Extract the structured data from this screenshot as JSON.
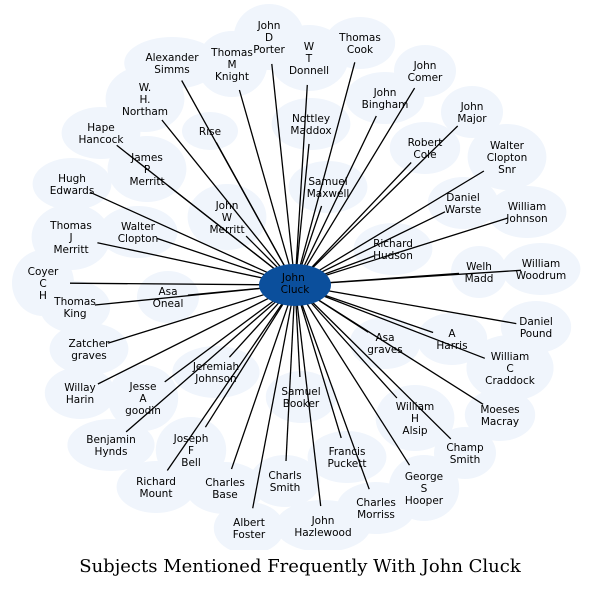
{
  "caption": "Subjects Mentioned Frequently With John Cluck",
  "colors": {
    "center_fill": "#0b4f9c",
    "halo": "#f0f5fc",
    "edge": "#000000"
  },
  "center": {
    "lines": [
      "John",
      "Cluck"
    ]
  },
  "nodes": [
    {
      "id": "john-d-porter",
      "lines": [
        "John",
        "D",
        "Porter"
      ]
    },
    {
      "id": "thomas-m-knight",
      "lines": [
        "Thomas",
        "M",
        "Knight"
      ]
    },
    {
      "id": "alexander-simms",
      "lines": [
        "Alexander",
        "Simms"
      ]
    },
    {
      "id": "w-t-donnell",
      "lines": [
        "W",
        "T",
        "Donnell"
      ]
    },
    {
      "id": "thomas-cook",
      "lines": [
        "Thomas",
        "Cook"
      ]
    },
    {
      "id": "john-comer",
      "lines": [
        "John",
        "Comer"
      ]
    },
    {
      "id": "w-h-northam",
      "lines": [
        "W.",
        "H.",
        "Northam"
      ]
    },
    {
      "id": "john-bingham",
      "lines": [
        "John",
        "Bingham"
      ]
    },
    {
      "id": "john-major",
      "lines": [
        "John",
        "Major"
      ]
    },
    {
      "id": "hape-hancock",
      "lines": [
        "Hape",
        "Hancock"
      ]
    },
    {
      "id": "rise",
      "lines": [
        "Rise"
      ]
    },
    {
      "id": "nottley-maddox",
      "lines": [
        "Nottley",
        "Maddox"
      ]
    },
    {
      "id": "robert-cole",
      "lines": [
        "Robert",
        "Cole"
      ]
    },
    {
      "id": "walter-clopton-snr",
      "lines": [
        "Walter",
        "Clopton",
        "Snr"
      ]
    },
    {
      "id": "james-p-merritt",
      "lines": [
        "James",
        "P",
        "Merritt"
      ]
    },
    {
      "id": "hugh-edwards",
      "lines": [
        "Hugh",
        "Edwards"
      ]
    },
    {
      "id": "samuel-maxwell",
      "lines": [
        "Samuel",
        "Maxwell"
      ]
    },
    {
      "id": "daniel-warste",
      "lines": [
        "Daniel",
        "Warste"
      ]
    },
    {
      "id": "john-w-merritt",
      "lines": [
        "John",
        "W",
        "Merritt"
      ]
    },
    {
      "id": "william-johnson",
      "lines": [
        "William",
        "Johnson"
      ]
    },
    {
      "id": "thomas-j-merritt",
      "lines": [
        "Thomas",
        "J",
        "Merritt"
      ]
    },
    {
      "id": "walter-clopton",
      "lines": [
        "Walter",
        "Clopton"
      ]
    },
    {
      "id": "richard-hudson",
      "lines": [
        "Richard",
        "Hudson"
      ]
    },
    {
      "id": "coyer-c-h",
      "lines": [
        "Coyer",
        "C",
        "H"
      ]
    },
    {
      "id": "welh-madd",
      "lines": [
        "Welh",
        "Madd"
      ]
    },
    {
      "id": "william-woodrum",
      "lines": [
        "William",
        "Woodrum"
      ]
    },
    {
      "id": "asa-oneal",
      "lines": [
        "Asa",
        "Oneal"
      ]
    },
    {
      "id": "thomas-king",
      "lines": [
        "Thomas",
        "King"
      ]
    },
    {
      "id": "daniel-pound",
      "lines": [
        "Daniel",
        "Pound"
      ]
    },
    {
      "id": "a-harris",
      "lines": [
        "A",
        "Harris"
      ]
    },
    {
      "id": "asa-graves",
      "lines": [
        "Asa",
        "graves"
      ]
    },
    {
      "id": "zatcher-graves",
      "lines": [
        "Zatcher",
        "graves"
      ]
    },
    {
      "id": "william-c-craddock",
      "lines": [
        "William",
        "C",
        "Craddock"
      ]
    },
    {
      "id": "jeremiah-johnson",
      "lines": [
        "Jeremiah",
        "Johnson"
      ]
    },
    {
      "id": "willay-harin",
      "lines": [
        "Willay",
        "Harin"
      ]
    },
    {
      "id": "jesse-a-goodin",
      "lines": [
        "Jesse",
        "A",
        "goodin"
      ]
    },
    {
      "id": "samuel-booker",
      "lines": [
        "Samuel",
        "Booker"
      ]
    },
    {
      "id": "william-h-alsip",
      "lines": [
        "William",
        "H",
        "Alsip"
      ]
    },
    {
      "id": "moeses-macray",
      "lines": [
        "Moeses",
        "Macray"
      ]
    },
    {
      "id": "benjamin-hynds",
      "lines": [
        "Benjamin",
        "Hynds"
      ]
    },
    {
      "id": "joseph-f-bell",
      "lines": [
        "Joseph",
        "F",
        "Bell"
      ]
    },
    {
      "id": "champ-smith",
      "lines": [
        "Champ",
        "Smith"
      ]
    },
    {
      "id": "francis-puckett",
      "lines": [
        "Francis",
        "Puckett"
      ]
    },
    {
      "id": "richard-mount",
      "lines": [
        "Richard",
        "Mount"
      ]
    },
    {
      "id": "charles-base",
      "lines": [
        "Charles",
        "Base"
      ]
    },
    {
      "id": "charls-smith",
      "lines": [
        "Charls",
        "Smith"
      ]
    },
    {
      "id": "george-s-hooper",
      "lines": [
        "George",
        "S",
        "Hooper"
      ]
    },
    {
      "id": "charles-morriss",
      "lines": [
        "Charles",
        "Morriss"
      ]
    },
    {
      "id": "albert-foster",
      "lines": [
        "Albert",
        "Foster"
      ]
    },
    {
      "id": "john-hazlewood",
      "lines": [
        "John",
        "Hazlewood"
      ]
    }
  ]
}
